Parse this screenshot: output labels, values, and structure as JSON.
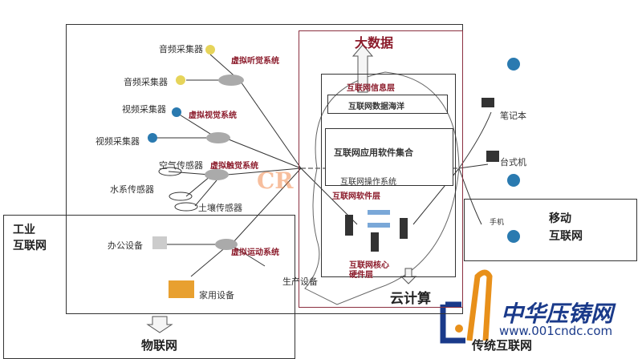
{
  "left": {
    "audio1": "音频采集器",
    "audio2": "音频采集器",
    "hearing": "虚拟听觉系统",
    "video1": "视频采集器",
    "video2": "视频采集器",
    "vision": "虚拟视觉系统",
    "air": "空气传感器",
    "water": "水系传感器",
    "soil": "土壤传感器",
    "touch": "虚拟触觉系统",
    "office": "办公设备",
    "home": "家用设备",
    "production": "生产设备",
    "motion": "虚拟运动系统",
    "industrial_line1": "工业",
    "industrial_line2": "互联网",
    "iot": "物联网"
  },
  "center": {
    "bigdata": "大数据",
    "info_layer": "互联网信息层",
    "data_ocean": "互联网数据海洋",
    "apps": "互联网应用软件集合",
    "os": "互联网操作系统",
    "software_layer": "互联网软件层",
    "hardware_line1": "互联网核心",
    "hardware_line2": "硬件层",
    "cloud": "云计算"
  },
  "right": {
    "laptop": "笔记本",
    "desktop": "台式机",
    "phone": "手机",
    "mobile_line1": "移动",
    "mobile_line2": "互联网",
    "traditional": "传统互联网"
  },
  "watermark": {
    "name": "中华压铸网",
    "url": "www.001cndc.com"
  }
}
